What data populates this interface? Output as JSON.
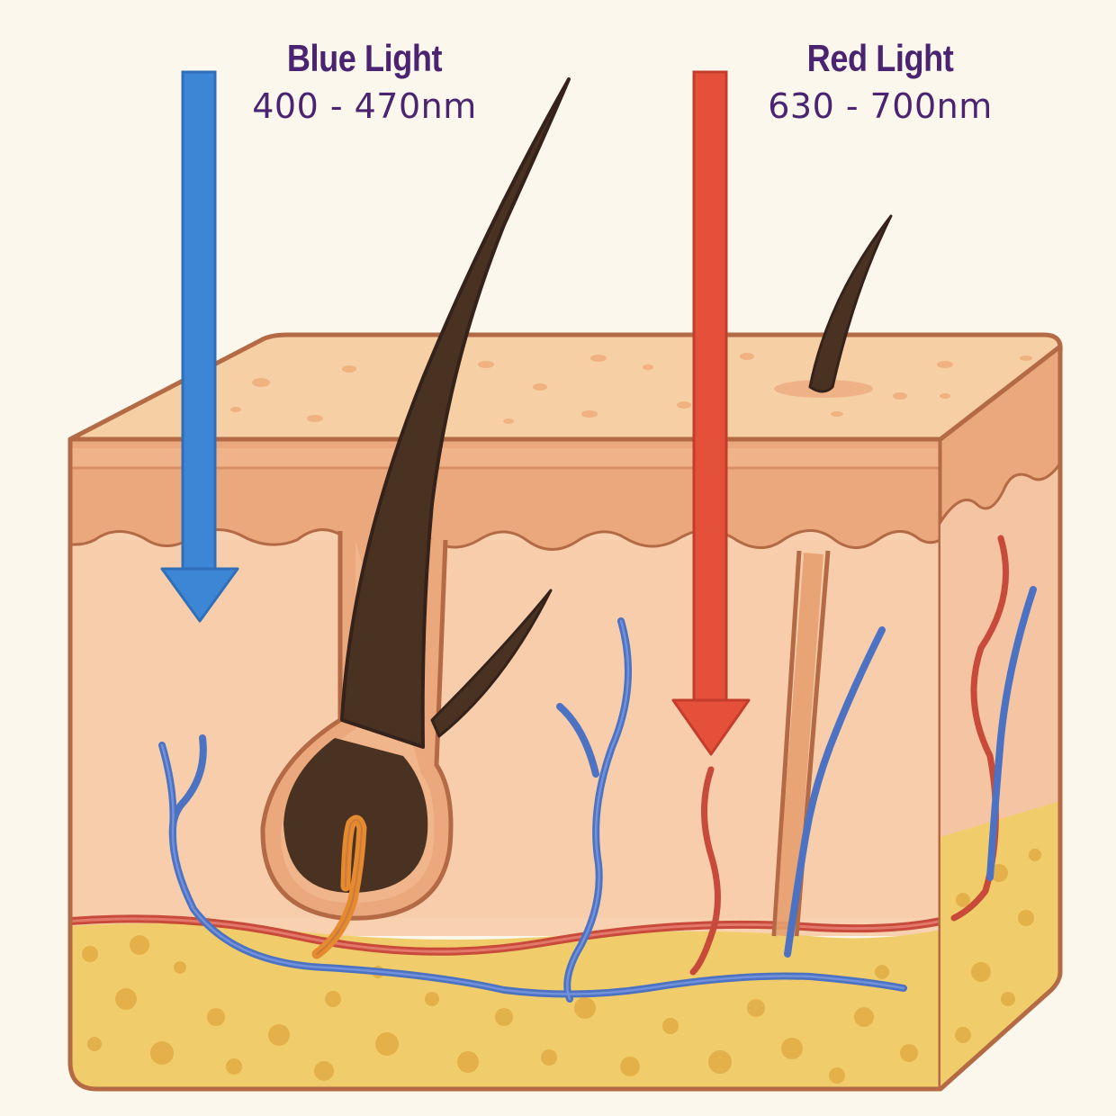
{
  "labels": {
    "blue": {
      "title": "Blue Light",
      "range": "400 - 470nm"
    },
    "red": {
      "title": "Red Light",
      "range": "630 - 700nm"
    }
  },
  "colors": {
    "background": "#fbf7ec",
    "blue_arrow": "#3d86d6",
    "red_arrow": "#e5503a",
    "label_text": "#4a2470",
    "epidermis_top": "#f6cfa4",
    "epidermis": "#eaa87c",
    "dermis": "#f8d1b1",
    "fat": "#f0cd6a",
    "hair": "#4a3222",
    "vein": "#4d72c2",
    "artery": "#c84a3a",
    "outline": "#b46a45"
  },
  "icons": [
    "blue-light-arrow",
    "red-light-arrow",
    "hair-follicle",
    "hair-shaft",
    "blood-vessel"
  ]
}
